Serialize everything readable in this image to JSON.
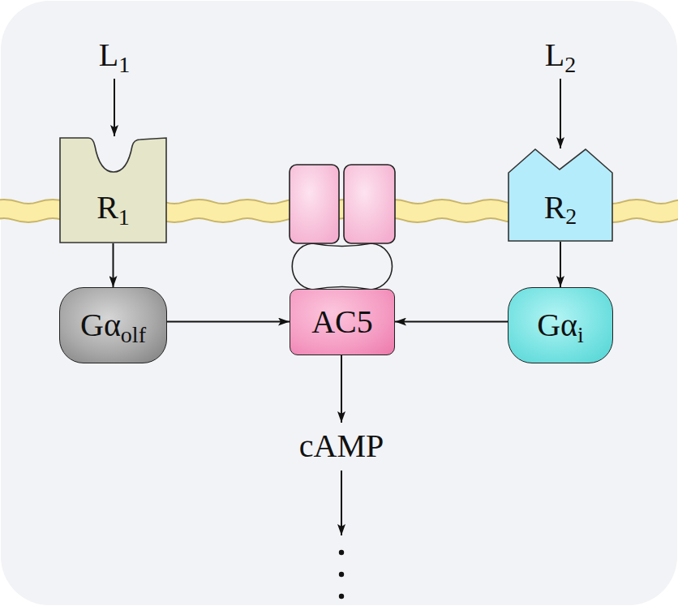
{
  "diagram": {
    "nodes": [
      {
        "text": [
          "L1"
        ]
      },
      {
        "text": [
          "L2"
        ]
      },
      {
        "text": [
          "R1"
        ]
      },
      {
        "text": [
          "R2"
        ]
      },
      {
        "text": [
          "Gαolf"
        ]
      },
      {
        "text": [
          "AC5"
        ]
      },
      {
        "text": [
          "Gαi"
        ]
      },
      {
        "text": [
          "cAMP"
        ]
      }
    ],
    "edges": [
      {
        "from": 0,
        "to": 2,
        "arrow": "to"
      },
      {
        "from": 1,
        "to": 3,
        "arrow": "to"
      },
      {
        "from": 2,
        "to": 4,
        "arrow": "to"
      },
      {
        "from": 3,
        "to": 6,
        "arrow": "to"
      },
      {
        "from": 4,
        "to": 5,
        "arrow": "to"
      },
      {
        "from": 6,
        "to": 5,
        "arrow": "to"
      },
      {
        "from": 5,
        "to": 7,
        "arrow": "to"
      }
    ]
  }
}
